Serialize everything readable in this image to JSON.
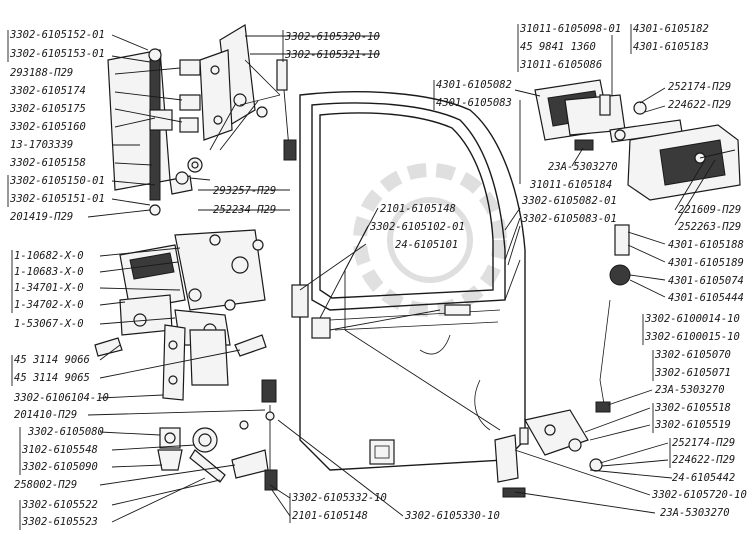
{
  "labels": {
    "l01": "3302-6105152-01",
    "l02": "3302-6105153-01",
    "l03": "293188-П29",
    "l04": "3302-6105174",
    "l05": "3302-6105175",
    "l06": "3302-6105160",
    "l07": "13-1703339",
    "l08": "3302-6105158",
    "l09": "3302-6105150-01",
    "l10": "3302-6105151-01",
    "l11": "201419-П29",
    "l12": "3302-6105320-10",
    "l13": "3302-6105321-10",
    "l14": "293257-П29",
    "l15": "252234-П29",
    "l16": "31011-6105098-01",
    "l17": "45 9841 1360",
    "l18": "31011-6105086",
    "l19": "4301-6105182",
    "l20": "4301-6105183",
    "l21": "4301-6105082",
    "l22": "4301-6105083",
    "l23": "252174-П29",
    "l24": "224622-П29",
    "l25": "23А-5303270",
    "l26": "31011-6105184",
    "l27": "221609-П29",
    "l28": "252263-П29",
    "l29": "4301-6105188",
    "l30": "4301-6105189",
    "l31": "4301-6105074",
    "l32": "4301-6105444",
    "l33": "3302-6105082-01",
    "l34": "3302-6105083-01",
    "l35": "2101-6105148",
    "l36": "3302-6105102-01",
    "l37": "24-6105101",
    "l38": "1-10682-X-0",
    "l39": "1-10683-X-0",
    "l40": "1-34701-X-0",
    "l41": "1-34702-X-0",
    "l42": "1-53067-X-0",
    "l43": "45 3114 9066",
    "l44": "45 3114 9065",
    "l45": "3302-6106104-10",
    "l46": "201410-П29",
    "l47": "3302-6105080",
    "l48": "3102-6105548",
    "l49": "3302-6105090",
    "l50": "258002-П29",
    "l51": "3302-6105522",
    "l52": "3302-6105523",
    "l53": "3302-6100014-10",
    "l54": "3302-6100015-10",
    "l55": "3302-6105070",
    "l56": "3302-6105071",
    "l57": "23А-5303270",
    "l58": "3302-6105518",
    "l59": "3302-6105519",
    "l60": "252174-П29",
    "l61": "224622-П29",
    "l62": "24-6105442",
    "l63": "3302-6105720-10",
    "l64": "23А-5303270",
    "l65": "3302-6105332-10",
    "l66": "2101-6105148",
    "l67": "3302-6105330-10"
  }
}
